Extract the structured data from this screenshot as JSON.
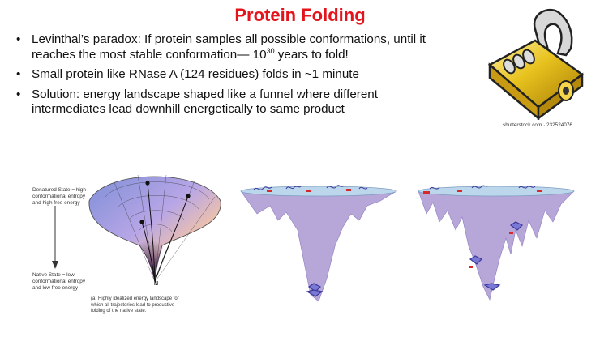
{
  "title": "Protein Folding",
  "bullets": [
    {
      "pre": "Levinthal’s paradox: If protein samples all possible conformations, until it reaches the most stable conformation— 10",
      "sup": "30",
      "post": " years to fold!"
    },
    {
      "pre": "Small protein like RNase A (124 residues) folds in  ~1 minute",
      "sup": "",
      "post": ""
    },
    {
      "pre": "Solution: energy landscape shaped like a funnel where different intermediates lead downhill energetically to same product",
      "sup": "",
      "post": ""
    }
  ],
  "bullet_glyph": "•",
  "image_credit": "shutterstock.com · 232524076",
  "figure": {
    "denatured_label": [
      "Denatured State = high",
      "conformational entropy",
      "and high free energy"
    ],
    "native_label": [
      "Native State = low",
      "conformational entropy",
      "and low free energy"
    ],
    "n_label": "N",
    "caption": [
      "(a) Highly idealized energy landscape for",
      "which all trajectories lead to productive",
      "folding of the native state."
    ]
  },
  "colors": {
    "title": "#e3141b",
    "lock_gold": "#e8c21e",
    "landscape": "#b7a6d8",
    "rim": "#bcd6ec"
  },
  "icons": [
    "padlock-icon",
    "arrow-down-icon"
  ]
}
